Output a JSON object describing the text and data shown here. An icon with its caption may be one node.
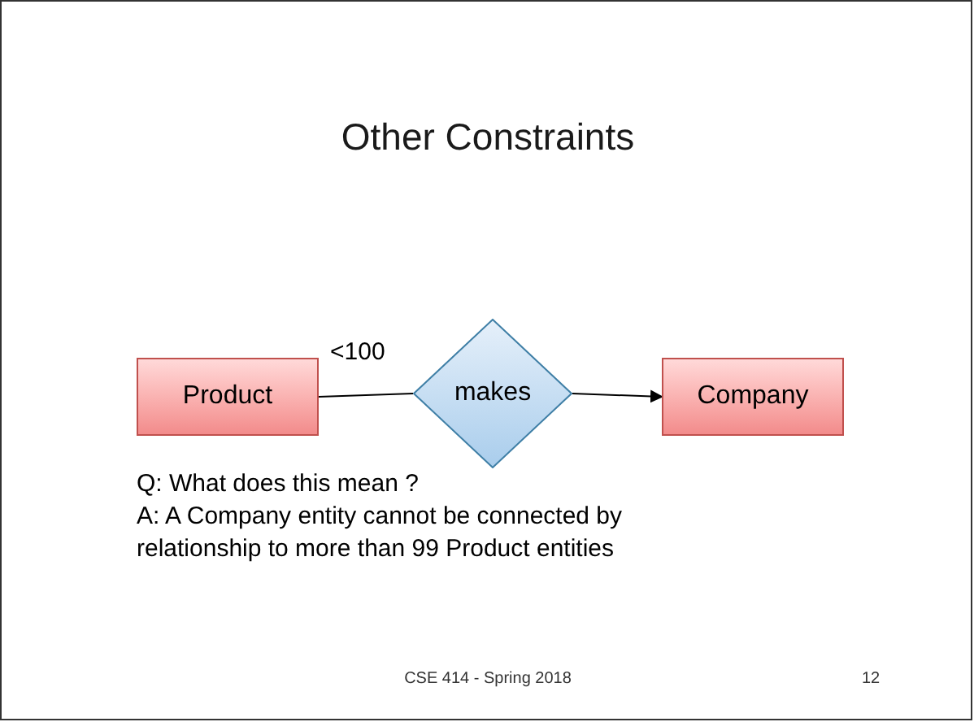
{
  "diagram": {
    "title": "Other Constraints",
    "nodes": [
      {
        "text": [
          "Product"
        ]
      },
      {
        "text": [
          "makes"
        ]
      },
      {
        "text": [
          "Company"
        ]
      }
    ],
    "edges": [
      {
        "from": 0,
        "to": 1,
        "arrow": "none",
        "label": "<100"
      },
      {
        "from": 1,
        "to": 2,
        "arrow": "to"
      }
    ],
    "labels": [
      "Q: What does this mean ?",
      "A: A Company entity cannot be connected by relationship to more than 99 Product entities",
      "CSE 414 - Spring 2018",
      "12"
    ]
  }
}
